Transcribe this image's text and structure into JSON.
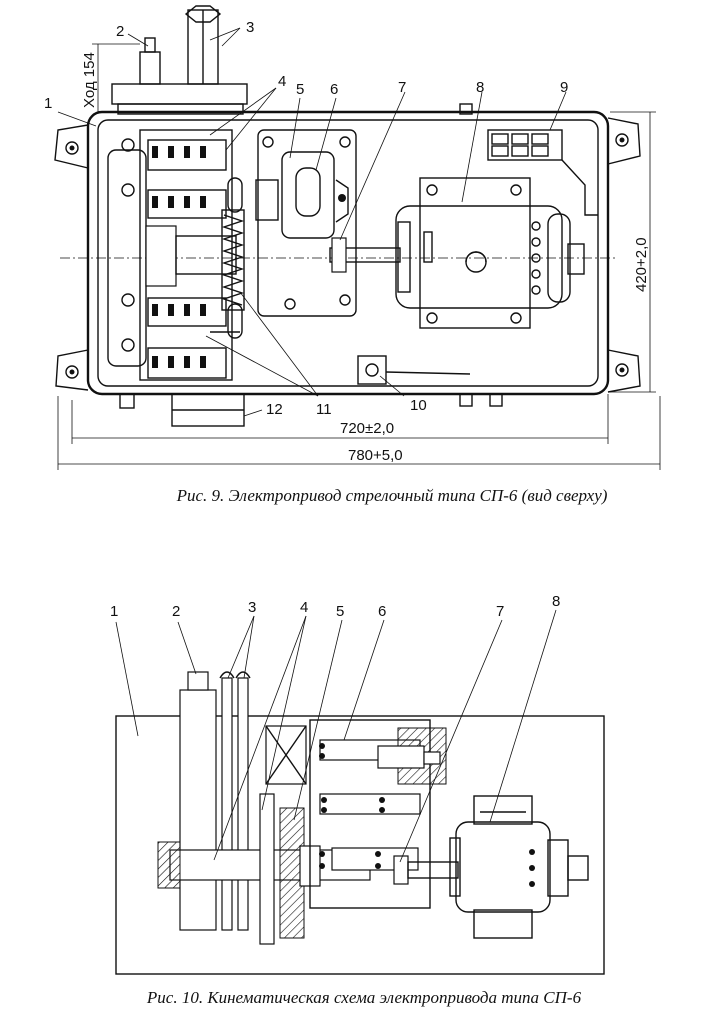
{
  "figure1": {
    "caption": "Рис. 9. Электропривод стрелочный типа СП-6 (вид сверху)",
    "callouts": [
      "1",
      "2",
      "3",
      "4",
      "5",
      "6",
      "7",
      "8",
      "9",
      "10",
      "11",
      "12"
    ],
    "dimensions": {
      "stroke": "Ход 154",
      "height": "420+2,0",
      "inner_width": "720±2,0",
      "outer_width": "780+5,0"
    }
  },
  "figure2": {
    "caption": "Рис. 10. Кинематическая схема электропривода типа СП-6",
    "callouts": [
      "1",
      "2",
      "3",
      "4",
      "5",
      "6",
      "7",
      "8"
    ]
  }
}
